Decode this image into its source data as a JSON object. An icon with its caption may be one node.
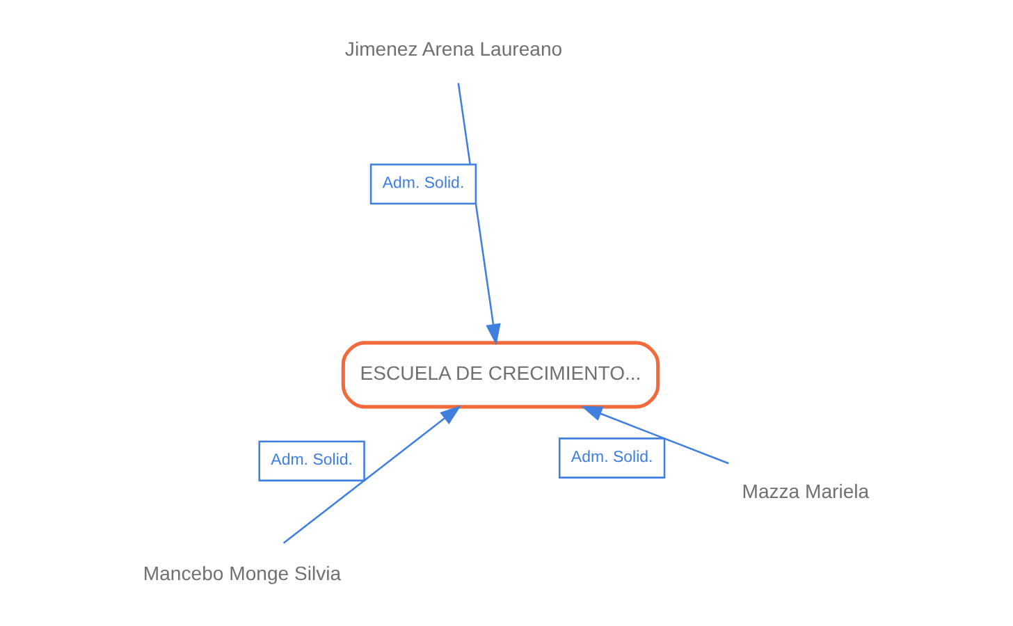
{
  "diagram": {
    "nodes": [
      {
        "text": [
          "Mancebo Monge Silvia"
        ]
      },
      {
        "text": [
          "Mazza Mariela"
        ]
      },
      {
        "text": [
          "ESCUELA DE CRECIMIENTO..."
        ]
      },
      {
        "text": [
          "Jimenez Arena Laureano"
        ]
      }
    ],
    "edges": [
      {
        "from": 1,
        "to": 2,
        "arrow": "to",
        "label": "Adm. Solid."
      },
      {
        "from": 0,
        "to": 2,
        "arrow": "to",
        "label": "Adm. Solid."
      },
      {
        "from": 3,
        "to": 2,
        "arrow": "to",
        "label": "Adm. Solid."
      }
    ]
  }
}
